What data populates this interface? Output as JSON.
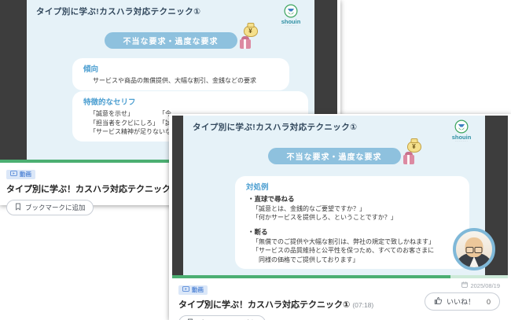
{
  "colors": {
    "slide_bg": "#e6f2f8",
    "player_bg": "#3d3d3d",
    "banner_bg": "#8ec1de",
    "heading_blue": "#4d9fd1",
    "progress_green": "#4caf72",
    "progress_track": "#cde9d8",
    "badge_bg": "#dbe7f8",
    "badge_text": "#5b8cd8",
    "avatar_ring": "#7fb8d8"
  },
  "slide": {
    "title": "タイプ別に学ぶ!カスハラ対応テクニック①",
    "logo_text": "shouin",
    "logo_tagline": "··········",
    "banner": "不当な要求・過度な要求",
    "money_bag_symbol": "¥"
  },
  "left_slide": {
    "section1": {
      "heading": "傾向",
      "body": "サービスや商品の無償提供、大幅な割引、金銭などの要求"
    },
    "section2": {
      "heading": "特徴的なセリフ",
      "lines": [
        "「誠意を示せ」　　　　　「今",
        "「担当者をクビにしろ」　「試",
        "「サービス精神が足りないな」"
      ]
    }
  },
  "right_slide": {
    "heading": "対処例",
    "item1": {
      "point": "・直球で尋ねる",
      "quotes": [
        "「誠意とは、金銭的なご要望ですか？」",
        "「何かサービスを提供しろ、ということですか？」"
      ]
    },
    "item2": {
      "point": "・断る",
      "quotes": [
        "「無償でのご提供や大幅な割引は、弊社の規定で致しかねます」",
        "「サービスの品質維持と公平性を保つため、すべてのお客さまに",
        "　同様の価格でご提供しております」"
      ]
    }
  },
  "video_info": {
    "badge": "動画",
    "title": "タイプ別に学ぶ！カスハラ対応テクニック①",
    "duration": "(07:18)",
    "bookmark_label": "ブックマークに追加",
    "date": "2025/08/19",
    "like_label": "いいね！",
    "like_count": "0",
    "progress_percent": 83
  }
}
